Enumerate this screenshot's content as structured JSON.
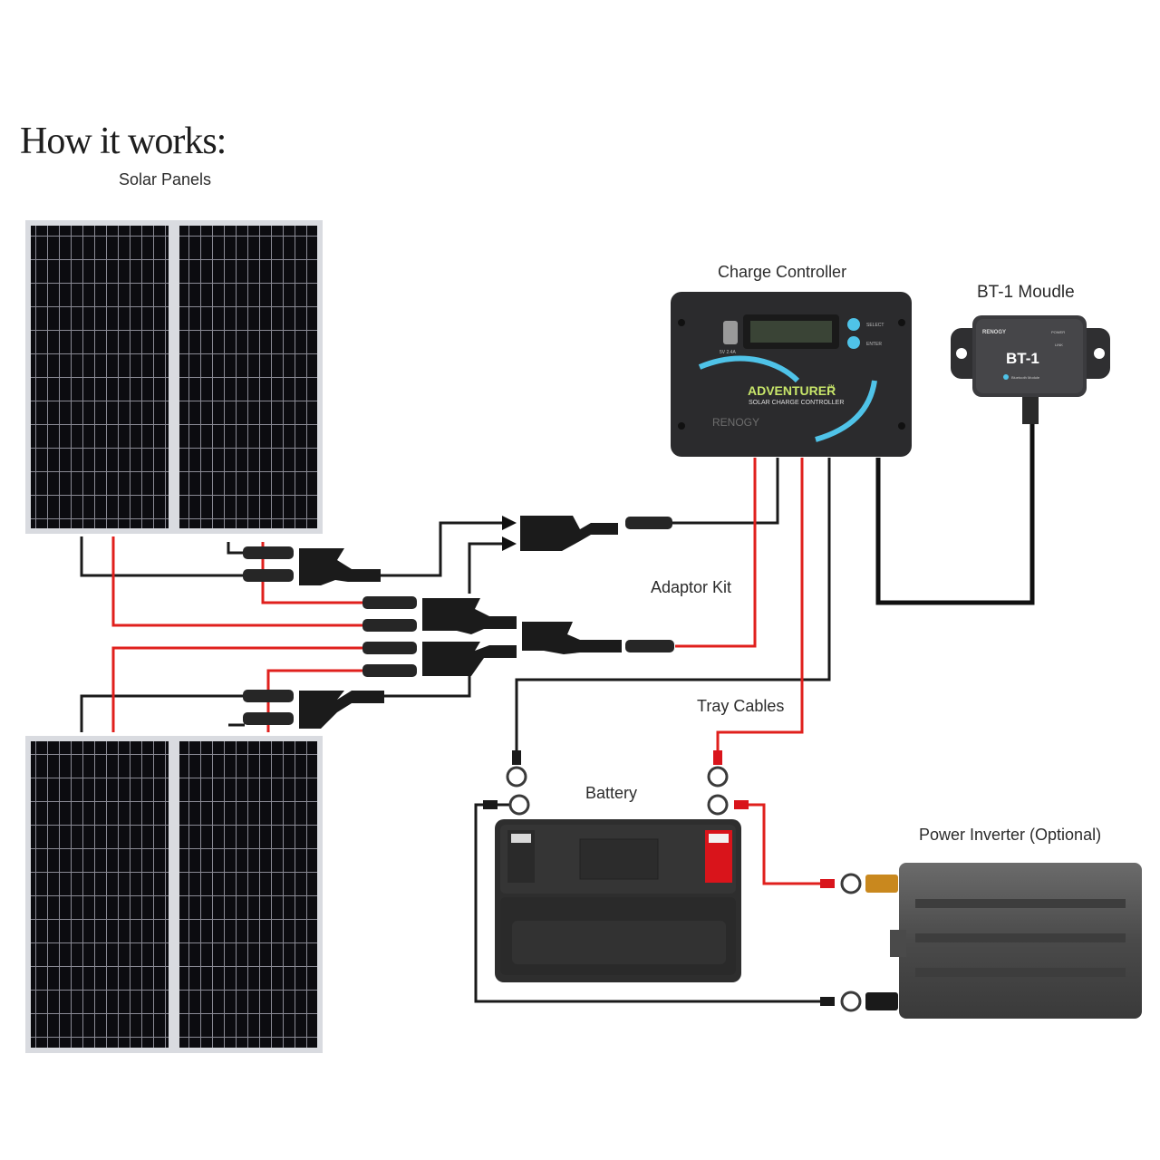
{
  "title": "How it works:",
  "labels": {
    "solar_panels": "Solar Panels",
    "charge_controller": "Charge Controller",
    "bt_module": "BT-1 Moudle",
    "adaptor_kit": "Adaptor Kit",
    "tray_cables": "Tray Cables",
    "battery": "Battery",
    "power_inverter": "Power Inverter (Optional)"
  },
  "controller": {
    "brand": "ADVENTURER",
    "trademark": "™",
    "subtitle": "SOLAR CHARGE CONTROLLER",
    "maker": "RENOGY",
    "usb_label": "5V 2.4A",
    "select_label": "SELECT",
    "enter_label": "ENTER"
  },
  "bt_device": {
    "brand": "RENOGY",
    "name": "BT-1",
    "sub": "Bluetooth Module",
    "power_label": "POWER",
    "link_label": "LINK"
  },
  "colors": {
    "positive_wire": "#e0201d",
    "negative_wire": "#1a1a1a",
    "device_dark": "#2d2d2d",
    "accent_cyan": "#4fc3e8",
    "accent_green": "#c8e66a",
    "terminal_red": "#d9141b",
    "inverter_gray": "#5a5a5a"
  }
}
